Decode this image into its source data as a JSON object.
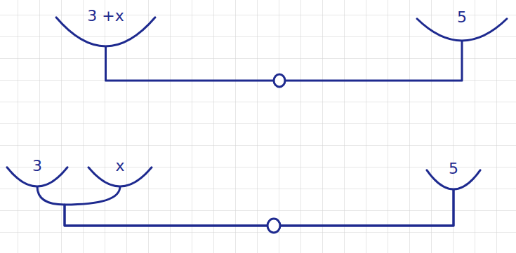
{
  "diagram": {
    "nodes": [
      {
        "text": [
          "3 +x"
        ]
      },
      {
        "text": [
          "5"
        ]
      },
      {
        "text": [
          "3"
        ]
      },
      {
        "text": [
          "x"
        ]
      },
      {
        "text": [
          "5"
        ]
      }
    ],
    "edges": [
      {
        "from": 0,
        "to": 1,
        "arrow": "none"
      },
      {
        "from": 2,
        "to": 4,
        "arrow": "none"
      },
      {
        "from": 3,
        "to": 4,
        "arrow": "none"
      }
    ]
  }
}
